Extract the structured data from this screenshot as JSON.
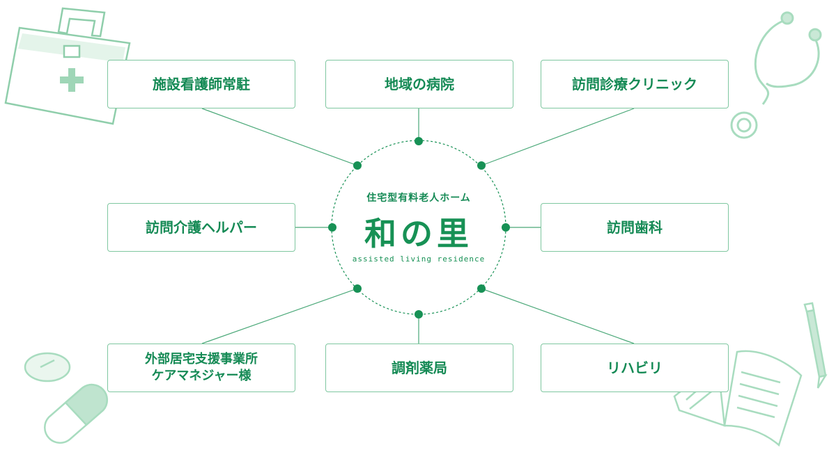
{
  "center": {
    "subtitle": "住宅型有料老人ホーム",
    "logo": "和の里",
    "tagline": "assisted living residence"
  },
  "boxes": {
    "top_left": "施設看護師常駐",
    "top_center": "地域の病院",
    "top_right": "訪問診療クリニック",
    "mid_left": "訪問介護ヘルパー",
    "mid_right": "訪問歯科",
    "bottom_left": "外部居宅支援事業所\nケアマネジャー様",
    "bottom_center": "調剤薬局",
    "bottom_right": "リハビリ"
  },
  "colors": {
    "accent": "#179155",
    "line": "#4aa878",
    "illustration": "#c9e8d6",
    "illustration_stroke": "#8fceab"
  },
  "illustrations": [
    "first-aid-kit-icon",
    "stethoscope-icon",
    "pill-icon",
    "capsule-icon",
    "open-book-icon",
    "pen-icon"
  ]
}
